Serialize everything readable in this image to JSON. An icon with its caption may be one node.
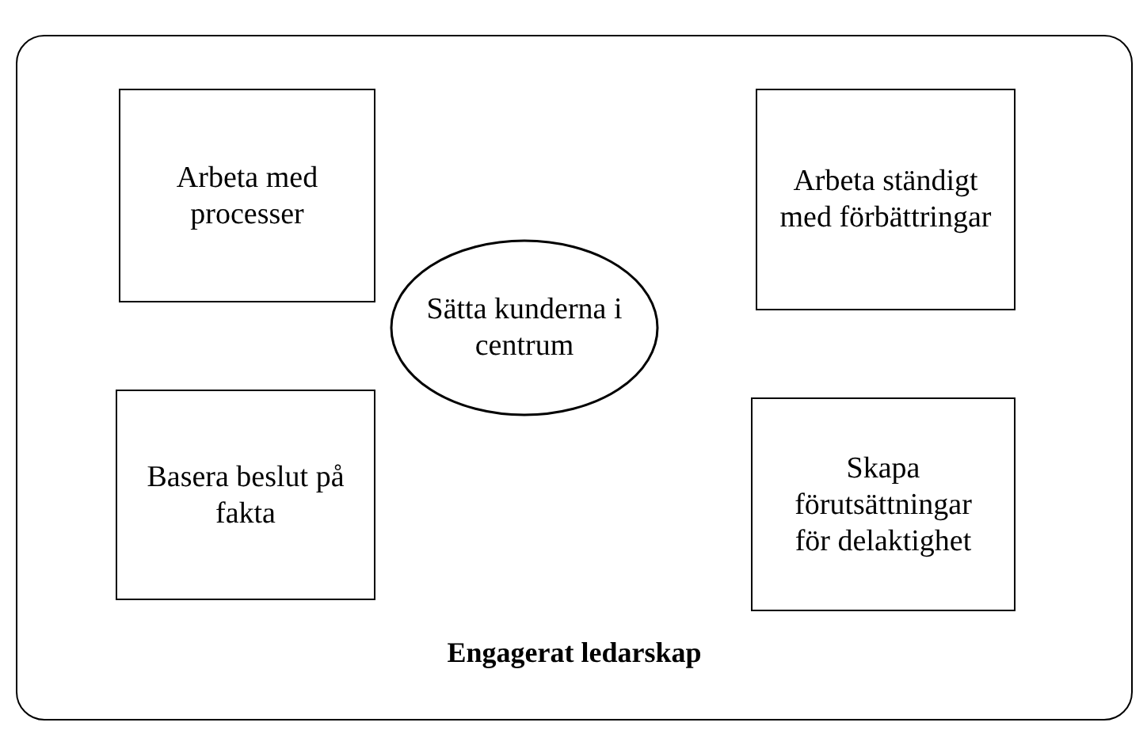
{
  "diagram": {
    "nodes": [
      {
        "text": [
          "Engagerat ledarskap"
        ]
      },
      {
        "text": [
          "Arbeta med processer"
        ],
        "in": 0
      },
      {
        "text": [
          "Arbeta ständigt med förbättringar"
        ],
        "in": 0
      },
      {
        "text": [
          "Sätta kunderna i centrum"
        ],
        "in": 0
      },
      {
        "text": [
          "Basera beslut på fakta"
        ],
        "in": 0
      },
      {
        "text": [
          "Skapa förutsättningar för delaktighet"
        ],
        "in": 0
      }
    ]
  }
}
